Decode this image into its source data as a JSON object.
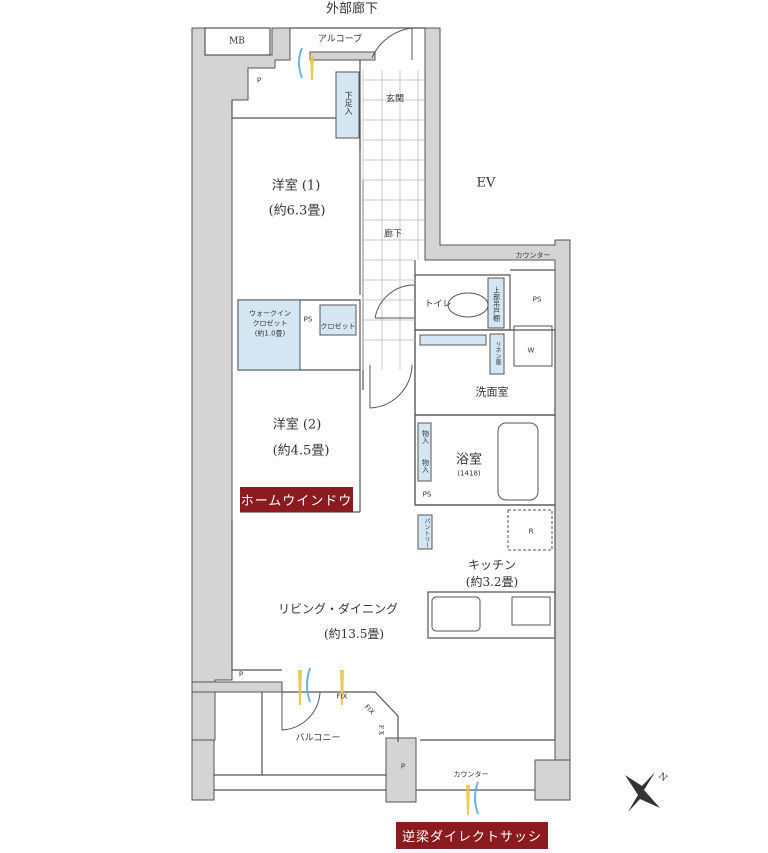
{
  "labels": {
    "outer_corridor": "外部廊下",
    "mb": "MB",
    "alcove": "アルコーブ",
    "p_top": "P",
    "entrance": "玄関",
    "shoe_storage": "下足入",
    "bedroom1": "洋室 (1)",
    "bedroom1_size": "(約6.3畳)",
    "ev": "EV",
    "hallway": "廊下",
    "counter_top": "カウンター",
    "toilet": "トイレ",
    "upper_cabinet": "上部吊戸棚",
    "ps_toilet": "PS",
    "walkin_closet": "ウォークイン",
    "walkin_closet2": "クロゼット",
    "walkin_size": "(約1.0畳)",
    "ps_wic": "PS",
    "closet": "クロゼット",
    "linen": "リネン庫",
    "washer": "W",
    "washroom": "洗面室",
    "bedroom2": "洋室 (2)",
    "bedroom2_size": "(約4.5畳)",
    "storage1": "物入",
    "storage2": "物入",
    "bath": "浴室",
    "bath_size": "(1418)",
    "ps_bath": "PS",
    "pantry": "パントリー",
    "fridge": "R",
    "kitchen": "キッチン",
    "kitchen_size": "(約3.2畳)",
    "living": "リビング・ダイニング",
    "living_size": "(約13.5畳)",
    "p_living": "P",
    "fix1": "FIX",
    "fix2": "FIX",
    "fix3": "F X",
    "balcony": "バルコニー",
    "p_balcony": "P",
    "counter_bottom": "カウンター",
    "north": "N"
  },
  "badges": {
    "home_window": "ホームウインドウ",
    "direct_sash": "逆梁ダイレクトサッシ"
  },
  "colors": {
    "wall": "#d4d4d4",
    "storage": "#d5e6f3",
    "badge": "#8c1b1f",
    "airflow_yellow": "#e8c547",
    "airflow_blue": "#5aa9e6"
  }
}
